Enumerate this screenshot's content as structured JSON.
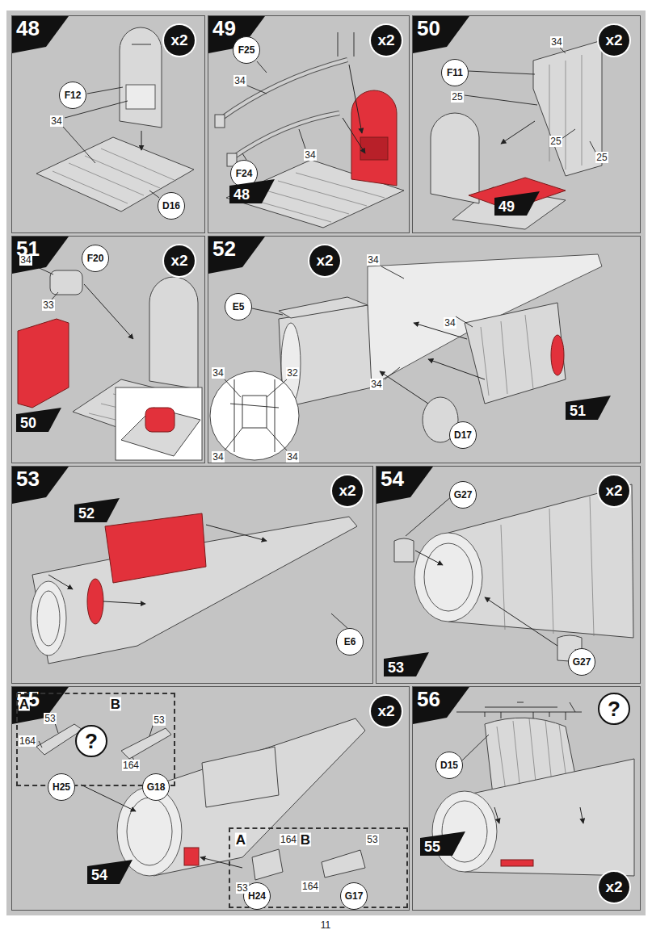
{
  "diagram": {
    "nodes": [
      {
        "text": [
          "48"
        ]
      },
      {
        "text": [
          "x2"
        ],
        "in": 0
      },
      {
        "text": [
          "F12"
        ],
        "in": 0
      },
      {
        "text": [
          "D16"
        ],
        "in": 0
      },
      {
        "text": [
          "49"
        ]
      },
      {
        "text": [
          "x2"
        ],
        "in": 4
      },
      {
        "text": [
          "F25"
        ],
        "in": 4
      },
      {
        "text": [
          "F24"
        ],
        "in": 4
      },
      {
        "text": [
          "48"
        ],
        "in": 4
      },
      {
        "text": [
          "50"
        ]
      },
      {
        "text": [
          "x2"
        ],
        "in": 9
      },
      {
        "text": [
          "F11"
        ],
        "in": 9
      },
      {
        "text": [
          "49"
        ],
        "in": 9
      },
      {
        "text": [
          "51"
        ]
      },
      {
        "text": [
          "x2"
        ],
        "in": 13
      },
      {
        "text": [
          "F20"
        ],
        "in": 13
      },
      {
        "text": [
          "50"
        ],
        "in": 13
      },
      {
        "text": [
          "52"
        ]
      },
      {
        "text": [
          "x2"
        ],
        "in": 17
      },
      {
        "text": [
          "E5"
        ],
        "in": 17
      },
      {
        "text": [
          "D17"
        ],
        "in": 17
      },
      {
        "text": [
          "51"
        ],
        "in": 17
      },
      {
        "text": [
          "53"
        ]
      },
      {
        "text": [
          "x2"
        ],
        "in": 22
      },
      {
        "text": [
          "52"
        ],
        "in": 22
      },
      {
        "text": [
          "E6"
        ],
        "in": 22
      },
      {
        "text": [
          "54"
        ]
      },
      {
        "text": [
          "x2"
        ],
        "in": 26
      },
      {
        "text": [
          "G27"
        ],
        "in": 26
      },
      {
        "text": [
          "G27"
        ],
        "in": 26
      },
      {
        "text": [
          "53"
        ],
        "in": 26
      },
      {
        "text": [
          "55"
        ]
      },
      {
        "text": [
          "x2"
        ],
        "in": 31
      },
      {
        "text": [
          "A",
          "B"
        ],
        "in": 31
      },
      {
        "text": [
          "?"
        ],
        "in": 33
      },
      {
        "text": [
          "H25"
        ],
        "in": 33
      },
      {
        "text": [
          "G18"
        ],
        "in": 33
      },
      {
        "text": [
          "A",
          "B"
        ],
        "in": 31
      },
      {
        "text": [
          "H24"
        ],
        "in": 37
      },
      {
        "text": [
          "G17"
        ],
        "in": 37
      },
      {
        "text": [
          "54"
        ],
        "in": 31
      },
      {
        "text": [
          "56"
        ]
      },
      {
        "text": [
          "?"
        ],
        "in": 41
      },
      {
        "text": [
          "x2"
        ],
        "in": 41
      },
      {
        "text": [
          "D15"
        ],
        "in": 41
      },
      {
        "text": [
          "55"
        ],
        "in": 41
      }
    ],
    "labels": [
      "34",
      "34",
      "34",
      "34",
      "25",
      "25",
      "25",
      "34",
      "33",
      "34",
      "34",
      "34",
      "34",
      "32",
      "34",
      "34",
      "164",
      "53",
      "53",
      "164",
      "164",
      "53",
      "53",
      "164",
      "11"
    ]
  }
}
